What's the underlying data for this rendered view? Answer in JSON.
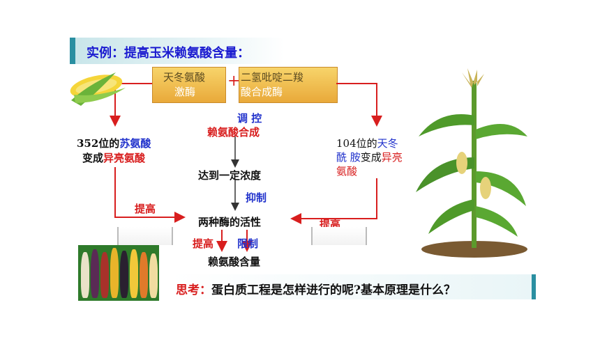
{
  "title": {
    "prefix": "实例：",
    "text": "提高玉米赖氨酸含量："
  },
  "enzymes": {
    "left_line1": "天冬氨酸",
    "left_line2": "激酶",
    "plus": "+",
    "right_line1": "二氢吡啶二羧",
    "right_line2": "酸合成酶"
  },
  "left_mutation": {
    "line1_num": "352位的",
    "line1_aa": "苏氨酸",
    "line2_pre": "变成",
    "line2_aa": "异亮氨酸"
  },
  "right_mutation": {
    "line1_num": "104位的",
    "line1_aa": "天冬",
    "line2_aa_cont": "酰 胺",
    "line2_mid": "变成",
    "line2_aa": "异亮",
    "line3_aa": "氨酸"
  },
  "center": {
    "regulate": "调 控",
    "synthesis": "赖氨酸合成",
    "concentration": "达到一定浓度",
    "inhibit": "抑制",
    "activity": "两种酶的活性",
    "increase_left": "提高",
    "limit": "限制",
    "lysine_content": "赖氨酸含量"
  },
  "side_labels": {
    "left_increase": "提高",
    "right_increase": "提高"
  },
  "question": {
    "prefix": "思考：",
    "text": "蛋白质工程是怎样进行的呢?基本原理是什么？"
  },
  "colors": {
    "red": "#d81e1e",
    "blue": "#2233cc",
    "teal": "#2a8fa1",
    "gold": "#e9a93a"
  }
}
